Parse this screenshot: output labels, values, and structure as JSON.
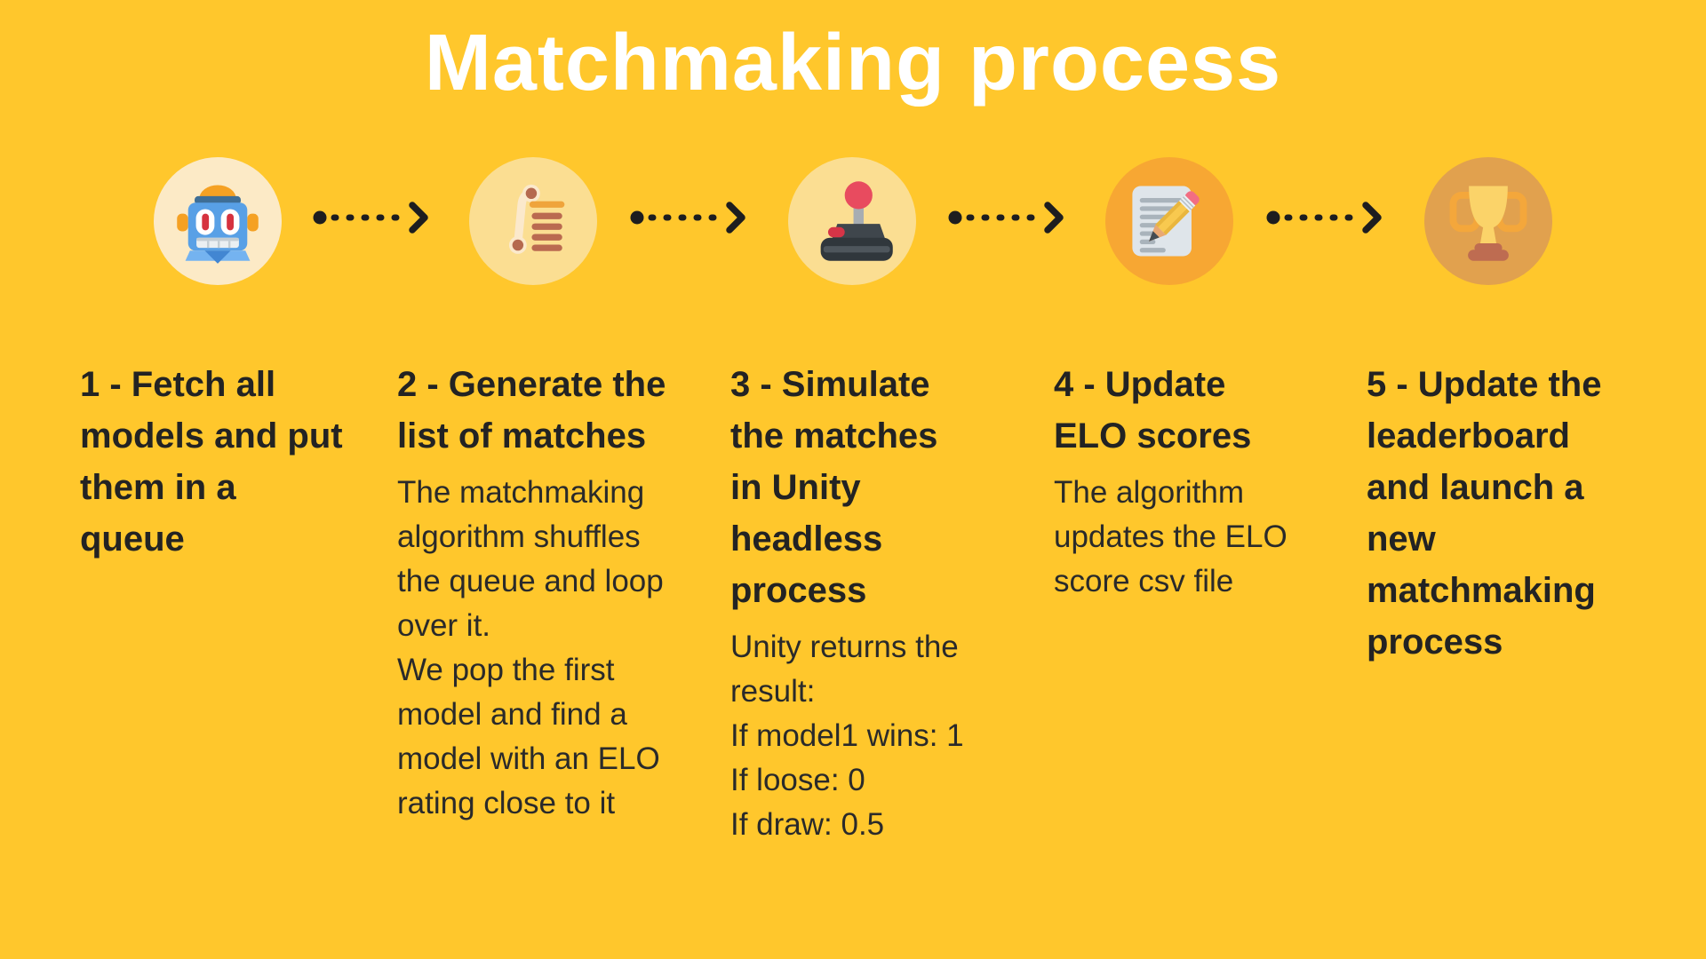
{
  "title": "Matchmaking process",
  "theme": {
    "background": "#FFC72C",
    "title_color": "#FFFFFF",
    "text_color": "#232323",
    "arrow_color": "#1D1D1F"
  },
  "steps": [
    {
      "icon": "robot-icon",
      "circle_color": "#FCEAC6",
      "heading": "1 - Fetch all\nmodels and put\nthem in a\nqueue",
      "body": ""
    },
    {
      "icon": "scroll-list-icon",
      "circle_color": "#FBDE92",
      "heading": "2 - Generate the\nlist of matches",
      "body": "The matchmaking\nalgorithm shuffles\nthe queue and loop\nover it.\nWe pop the first\nmodel and find a\nmodel with an ELO\nrating close to it"
    },
    {
      "icon": "joystick-icon",
      "circle_color": "#FBDE92",
      "heading": "3 - Simulate\nthe matches\nin Unity\nheadless\nprocess",
      "body": "Unity returns the\nresult:\nIf model1 wins: 1\nIf loose: 0\nIf draw: 0.5"
    },
    {
      "icon": "memo-pencil-icon",
      "circle_color": "#F7A733",
      "heading": "4 - Update\nELO scores",
      "body": "The algorithm\nupdates the ELO\nscore csv file"
    },
    {
      "icon": "trophy-icon",
      "circle_color": "#E1A14E",
      "heading": "5 - Update the\nleaderboard\nand launch a\nnew\nmatchmaking\nprocess",
      "body": ""
    }
  ]
}
